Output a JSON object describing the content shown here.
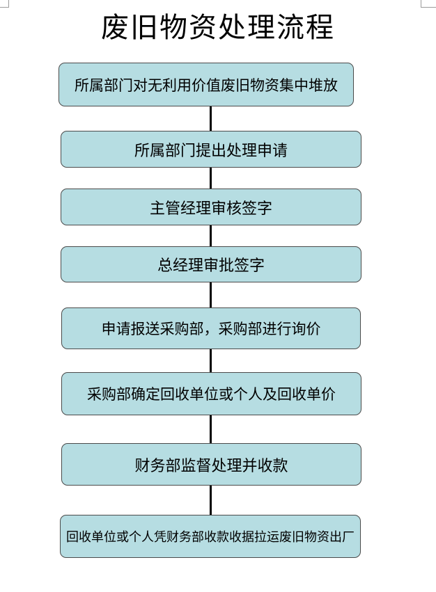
{
  "title": "废旧物资处理流程",
  "steps": [
    "所属部门对无利用价值废旧物资集中堆放",
    "所属部门提出处理申请",
    "主管经理审核签字",
    "总经理审批签字",
    "申请报送采购部，采购部进行询价",
    "采购部确定回收单位或个人及回收单价",
    "财务部监督处理并收款",
    "回收单位或个人凭财务部收款收据拉运废旧物资出厂"
  ],
  "colors": {
    "box_fill": "#b6dde2",
    "box_border": "#4a4a4a",
    "connector": "#000000",
    "text": "#000000"
  }
}
